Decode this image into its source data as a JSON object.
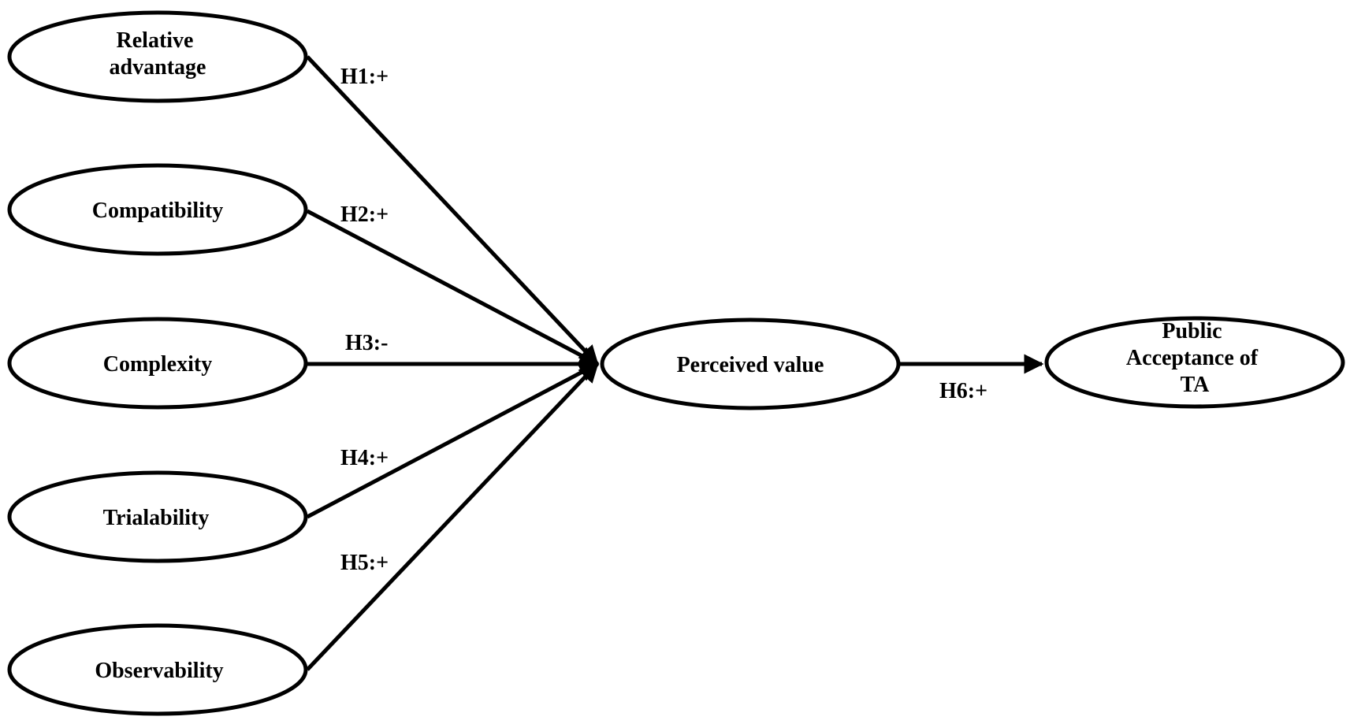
{
  "diagram": {
    "nodes": [
      {
        "id": "relative",
        "lines": [
          "Relative",
          "advantage"
        ]
      },
      {
        "id": "compat",
        "lines": [
          "Compatibility"
        ]
      },
      {
        "id": "complex",
        "lines": [
          "Complexity"
        ]
      },
      {
        "id": "trial",
        "lines": [
          "Trialability"
        ]
      },
      {
        "id": "observ",
        "lines": [
          "Observability"
        ]
      },
      {
        "id": "perceived",
        "lines": [
          "Perceived value"
        ]
      },
      {
        "id": "public",
        "lines": [
          "Public",
          "Acceptance of",
          "TA"
        ]
      }
    ],
    "edges": [
      {
        "id": "h1",
        "from": "relative",
        "to": "perceived",
        "label": "H1:+"
      },
      {
        "id": "h2",
        "from": "compat",
        "to": "perceived",
        "label": "H2:+"
      },
      {
        "id": "h3",
        "from": "complex",
        "to": "perceived",
        "label": "H3:-"
      },
      {
        "id": "h4",
        "from": "trial",
        "to": "perceived",
        "label": "H4:+"
      },
      {
        "id": "h5",
        "from": "observ",
        "to": "perceived",
        "label": "H5:+"
      },
      {
        "id": "h6",
        "from": "perceived",
        "to": "public",
        "label": "H6:+"
      }
    ]
  },
  "colors": {
    "stroke": "#000000",
    "fill": "#ffffff",
    "text": "#000000"
  }
}
